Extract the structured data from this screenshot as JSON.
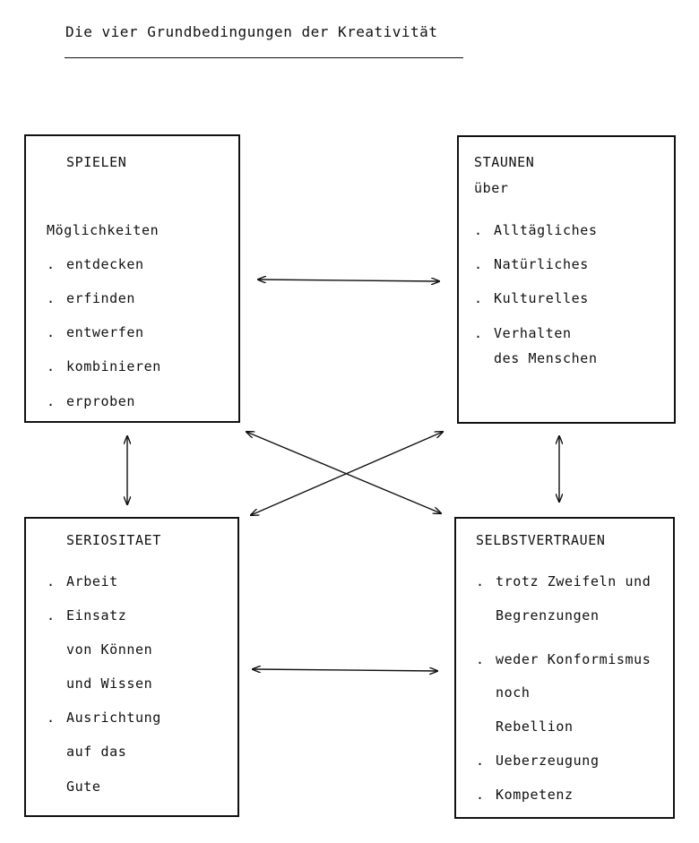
{
  "title": "Die vier Grundbedingungen der Kreativität",
  "boxes": {
    "spielen": {
      "heading": "SPIELEN",
      "intro": "Möglichkeiten",
      "items": [
        "entdecken",
        "erfinden",
        "entwerfen",
        "kombinieren",
        "erproben"
      ]
    },
    "staunen": {
      "heading": "STAUNEN",
      "subheading": "über",
      "items": [
        "Alltägliches",
        "Natürliches",
        "Kulturelles",
        "Verhalten",
        "des Menschen"
      ]
    },
    "seriositaet": {
      "heading": "SERIOSITAET",
      "items": [
        "Arbeit",
        "Einsatz",
        "von Können",
        "und Wissen",
        "Ausrichtung",
        "auf das",
        "Gute"
      ]
    },
    "selbstvertrauen": {
      "heading": "SELBSTVERTRAUEN",
      "items": [
        "trotz Zweifeln und",
        "Begrenzungen",
        "weder Konformismus",
        "noch",
        "Rebellion",
        "Ueberzeugung",
        "Kompetenz"
      ]
    }
  },
  "bullet": "."
}
